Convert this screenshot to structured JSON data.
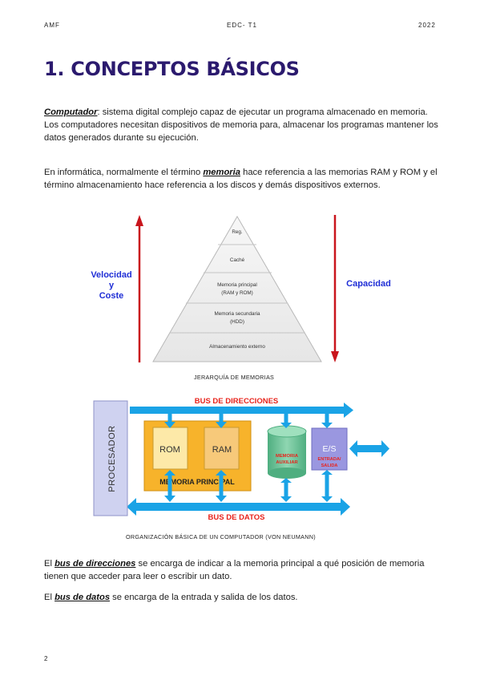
{
  "header": {
    "left": "AMF",
    "center": "EDC- T1",
    "right": "2022"
  },
  "title": "1. CONCEPTOS BÁSICOS",
  "para1": {
    "term": "Computador",
    "text": ":  sistema digital complejo capaz de ejecutar un programa almacenado en memoria. Los computadores necesitan dispositivos de memoria para, almacenar los programas mantener los datos generados durante su ejecución."
  },
  "para2": {
    "before": "En informática, normalmente el término ",
    "term": "memoria",
    "after": " hace referencia a las memorias RAM y ROM y el término almacenamiento hace referencia a los discos y demás dispositivos externos."
  },
  "pyramid": {
    "left_label": [
      "Velocidad",
      "y",
      "Coste"
    ],
    "right_label": "Capacidad",
    "levels": [
      [
        "Reg."
      ],
      [
        "Caché"
      ],
      [
        "Memoria principal",
        "(RAM y ROM)"
      ],
      [
        "Memoria secundaria",
        "(HDD)"
      ],
      [
        "Almacenamiento externo"
      ]
    ],
    "caption": "JERARQUÍA DE MEMORIAS"
  },
  "vonneumann": {
    "bus_addr": "BUS DE DIRECCIONES",
    "bus_data": "BUS DE DATOS",
    "processor": "PROCESADOR",
    "rom": "ROM",
    "ram": "RAM",
    "main_memory": "MEMORIA PRINCIPAL",
    "aux_memory": [
      "MEMORIA",
      "AUXILIAR"
    ],
    "io": "E/S",
    "io_sub": [
      "ENTRADA/",
      "SALIDA"
    ],
    "caption": "ORGANIZACIÓN BÁSICA DE UN COMPUTADOR (VON NEUMANN)",
    "colors": {
      "bus": "#1aa3e6",
      "bus_label": "#e8231b",
      "processor": "#cfd2f0",
      "main_mem": "#f7b32b",
      "rom": "#fde9a8",
      "ram": "#f7c97a",
      "aux": "#6cc49a",
      "io": "#9a97e0"
    }
  },
  "para3": {
    "before": "El ",
    "term": "bus de direcciones",
    "after": " se encarga de indicar a la memoria principal a qué posición de memoria tienen que acceder para leer o escribir un dato."
  },
  "para4": {
    "before": "El ",
    "term": "bus de datos",
    "after": " se encarga de la entrada y salida de los datos."
  },
  "page_number": "2"
}
